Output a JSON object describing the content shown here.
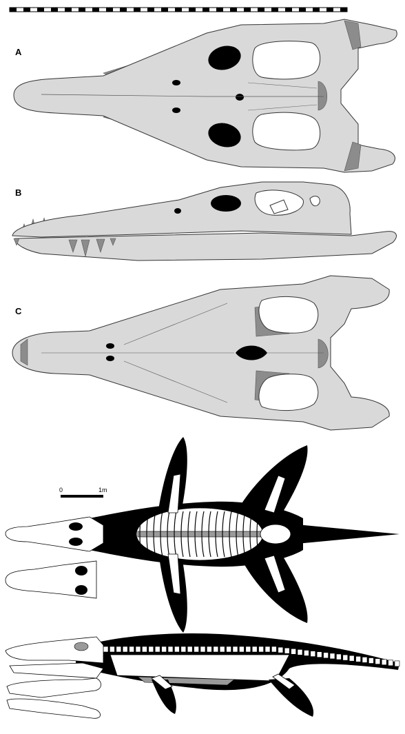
{
  "panels": {
    "a_label": "A",
    "b_label": "B",
    "c_label": "C"
  },
  "scale_bar": {
    "start_label": "0",
    "end_label": "1m"
  }
}
